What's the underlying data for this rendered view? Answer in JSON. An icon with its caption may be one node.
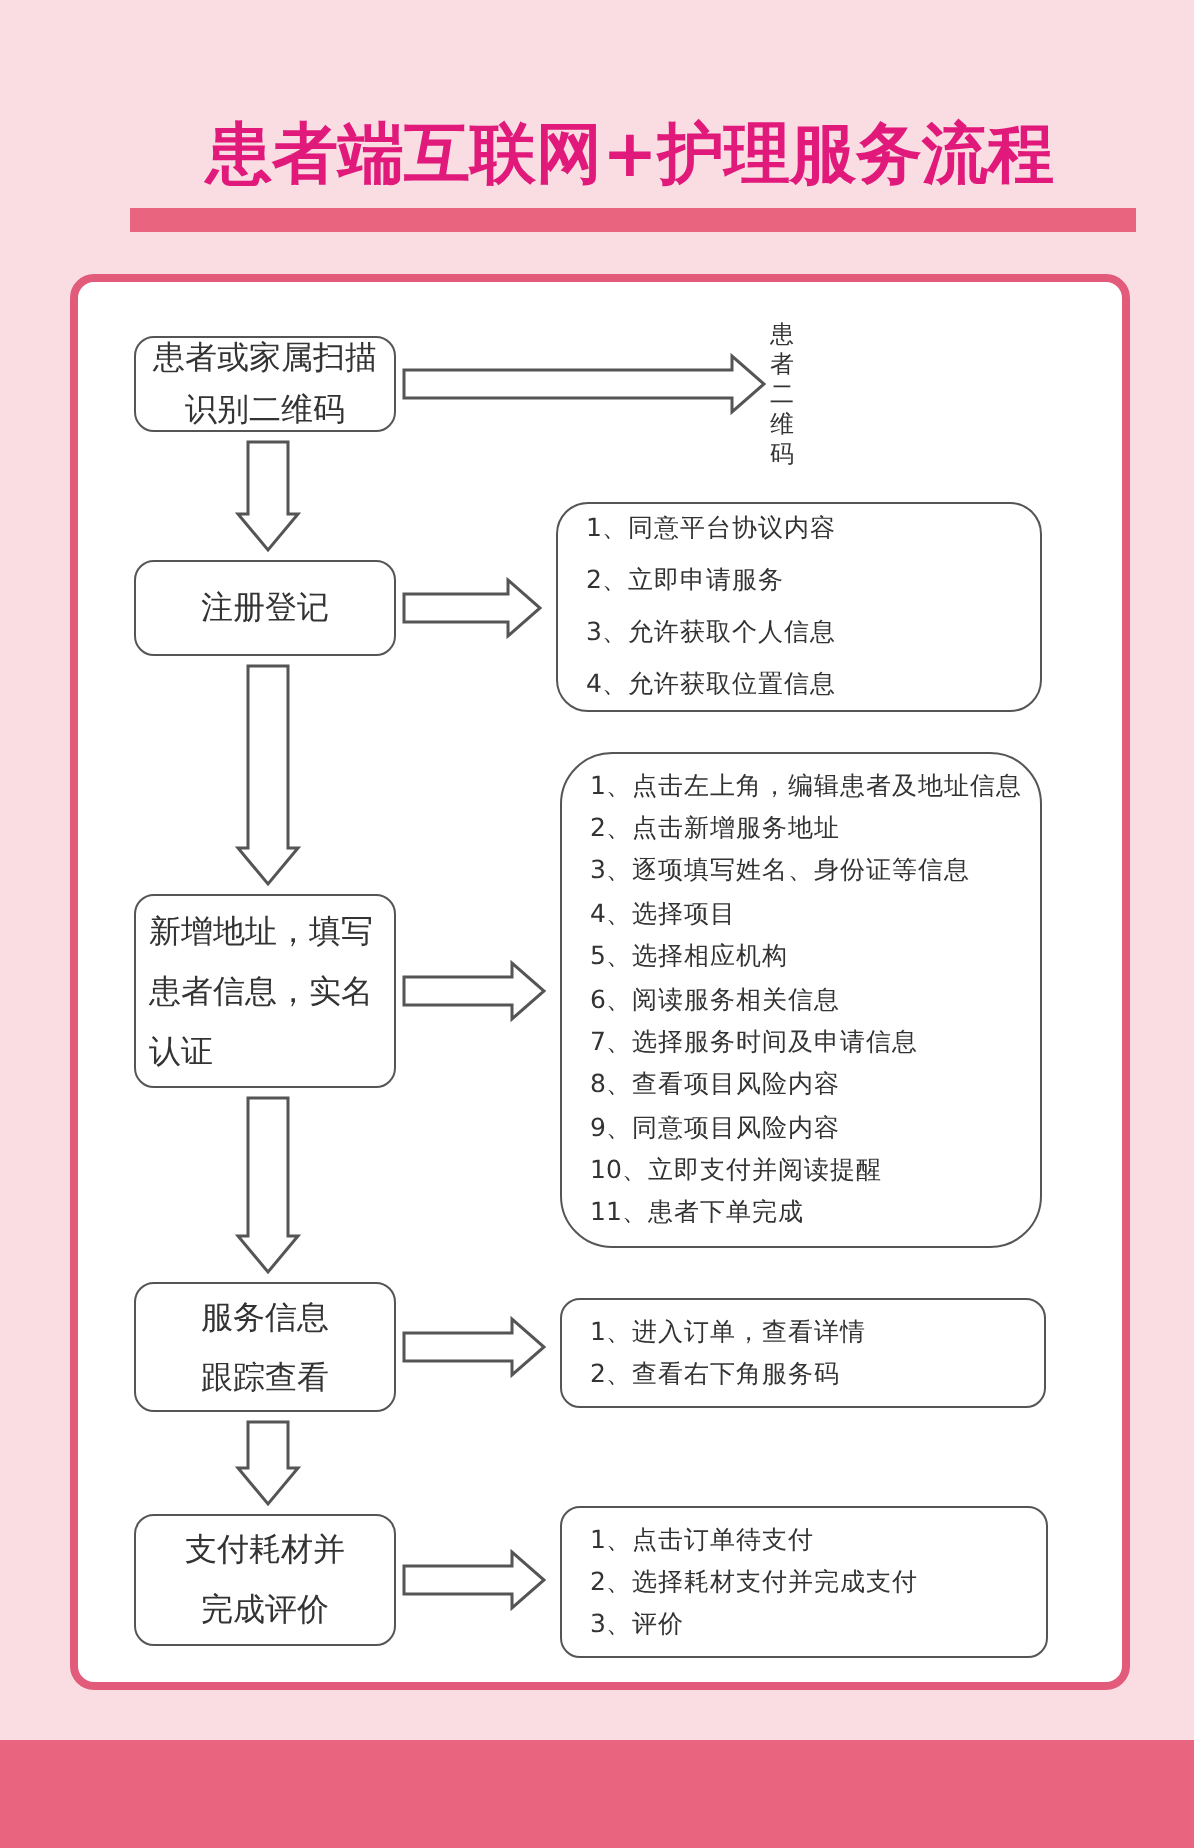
{
  "diagram": {
    "title": "患者端互联网+护理服务流程",
    "nodes": [
      {
        "text": [
          "患者或家属扫描识别二维码"
        ]
      },
      {
        "text": [
          "患者二维码"
        ]
      },
      {
        "text": [
          "注册登记"
        ]
      },
      {
        "text": [
          "1、同意平台协议内容",
          "2、立即申请服务",
          "3、允许获取个人信息",
          "4、允许获取位置信息"
        ]
      },
      {
        "text": [
          "新增地址，填写患者信息，实名认证"
        ]
      },
      {
        "text": [
          "1、点击左上角，编辑患者及地址信息",
          "2、点击新增服务地址",
          "3、逐项填写姓名、身份证等信息",
          "4、选择项目",
          "5、选择相应机构",
          "6、阅读服务相关信息",
          "7、选择服务时间及申请信息",
          "8、查看项目风险内容",
          "9、同意项目风险内容",
          "10、立即支付并阅读提醒",
          "11、患者下单完成"
        ]
      },
      {
        "text": [
          "服务信息跟踪查看"
        ]
      },
      {
        "text": [
          "1、进入订单，查看详情",
          "2、查看右下角服务码"
        ]
      },
      {
        "text": [
          "支付耗材并完成评价"
        ]
      },
      {
        "text": [
          "1、点击订单待支付",
          "2、选择耗材支付并完成支付",
          "3、评价"
        ]
      }
    ],
    "edges": [
      {
        "from": 0,
        "to": 1,
        "arrow": "to"
      },
      {
        "from": 0,
        "to": 2,
        "arrow": "to"
      },
      {
        "from": 2,
        "to": 3,
        "arrow": "to"
      },
      {
        "from": 2,
        "to": 4,
        "arrow": "to"
      },
      {
        "from": 4,
        "to": 5,
        "arrow": "to"
      },
      {
        "from": 4,
        "to": 6,
        "arrow": "to"
      },
      {
        "from": 6,
        "to": 7,
        "arrow": "to"
      },
      {
        "from": 6,
        "to": 8,
        "arrow": "to"
      },
      {
        "from": 8,
        "to": 9,
        "arrow": "to"
      }
    ]
  }
}
